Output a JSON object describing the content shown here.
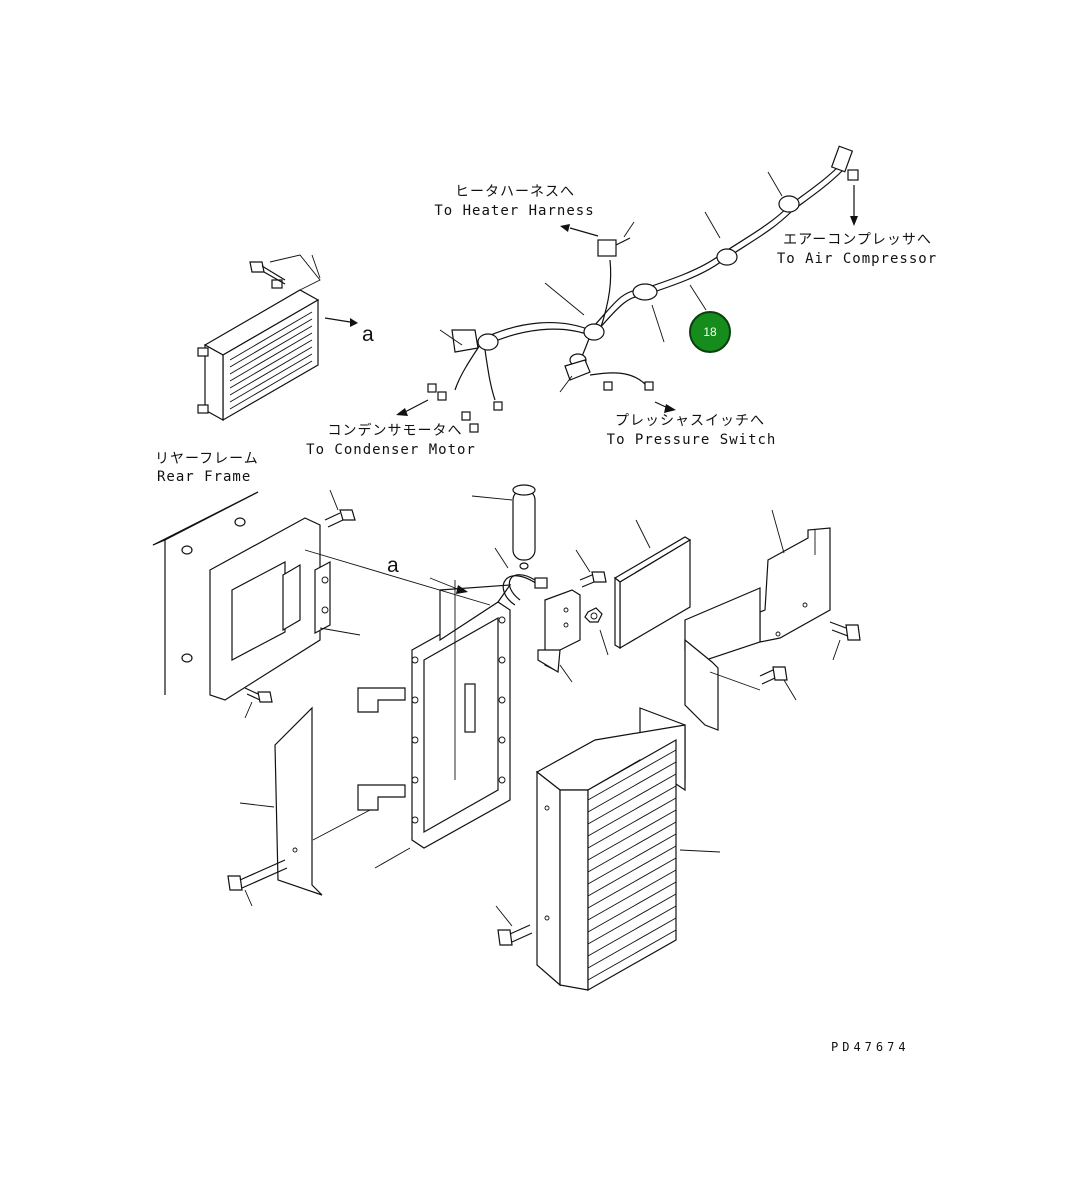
{
  "callout": {
    "number": "18",
    "color": "#158c1c"
  },
  "labels": {
    "heater_harness_jp": "ヒータハーネスへ",
    "heater_harness_en": "To Heater Harness",
    "air_compressor_jp": "エアーコンプレッサへ",
    "air_compressor_en": "To Air Compressor",
    "condenser_motor_jp": "コンデンサモータへ",
    "condenser_motor_en": "To Condenser Motor",
    "pressure_switch_jp": "プレッシャスイッチへ",
    "pressure_switch_en": "To Pressure Switch",
    "rear_frame_jp": "リヤーフレーム",
    "rear_frame_en": "Rear Frame",
    "ref_a_top": "a",
    "ref_a_mid": "a"
  },
  "drawing_code": "PD47674"
}
